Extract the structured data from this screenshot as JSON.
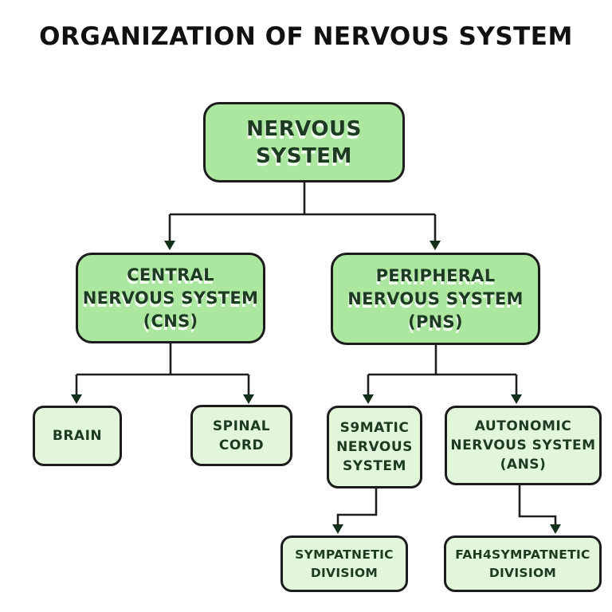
{
  "title": "ORGANIZATION OF NERVOUS SYSTEM",
  "colors": {
    "box_primary_fill": "#abe79e",
    "box_secondary_fill": "#e2f6db",
    "box_border": "#1c1c1c",
    "node_text": "#1d3a22",
    "title_text": "#111111",
    "connector_line": "#1e1e1e",
    "background": "#ffffff"
  },
  "nodes": {
    "root": {
      "lines": [
        "NERVOUS",
        "SYSTEM"
      ]
    },
    "cns": {
      "lines": [
        "CENTRAL",
        "NERVOUS SYSTEM",
        "(CNS)"
      ]
    },
    "pns": {
      "lines": [
        "PERIPHERAL",
        "NERVOUS SYSTEM",
        "(PNS)"
      ]
    },
    "brain": {
      "lines": [
        "BRAIN"
      ]
    },
    "spinal": {
      "lines": [
        "SPINAL",
        "CORD"
      ]
    },
    "somatic": {
      "lines": [
        "S9MATIC",
        "NERVOUS",
        "SYSTEM"
      ]
    },
    "autonomic": {
      "lines": [
        "AUTONOMIC",
        "NERVOUS SYSTEM",
        "(ANS)"
      ]
    },
    "sympathetic": {
      "lines": [
        "SYMPATNETIC",
        "DIVISIOM"
      ]
    },
    "parasympathetic": {
      "lines": [
        "FAH4SYMPATNETIC",
        "DIVISIOM"
      ]
    }
  }
}
